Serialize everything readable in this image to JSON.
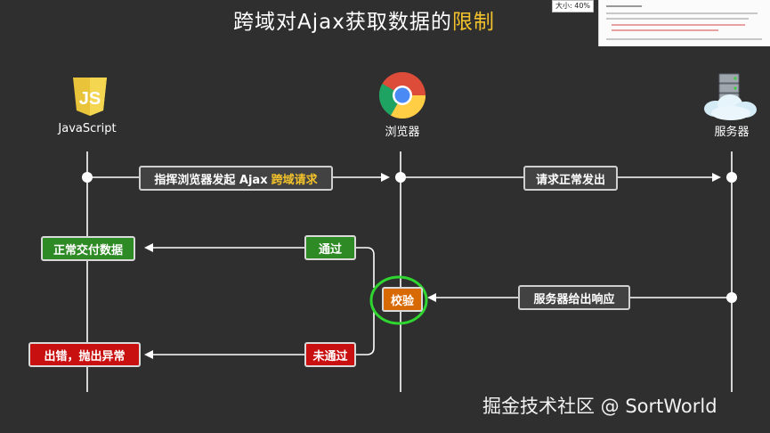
{
  "title": {
    "main": "跨域对Ajax获取数据的",
    "highlight": "限制"
  },
  "overlay": {
    "zoom_label": "大小: 40%"
  },
  "actors": {
    "js": {
      "label": "JavaScript",
      "logo_text": "JS"
    },
    "browser": {
      "label": "浏览器"
    },
    "server": {
      "label": "服务器"
    }
  },
  "messages": {
    "instruct_prefix": "指挥浏览器发起 Ajax",
    "instruct_highlight": "跨域请求",
    "request_sent": "请求正常发出",
    "server_response": "服务器给出响应",
    "check": "校验",
    "pass": "通过",
    "fail": "未通过",
    "deliver_ok": "正常交付数据",
    "error": "出错，抛出异常"
  },
  "watermark": "掘金技术社区 @ SortWorld",
  "colors": {
    "background": "#2f2f2f",
    "highlight": "#f3c22a",
    "green_box": "#2e8a24",
    "red_box": "#c91010",
    "orange_box": "#d86a06",
    "marker_circle": "#2fd62f"
  }
}
